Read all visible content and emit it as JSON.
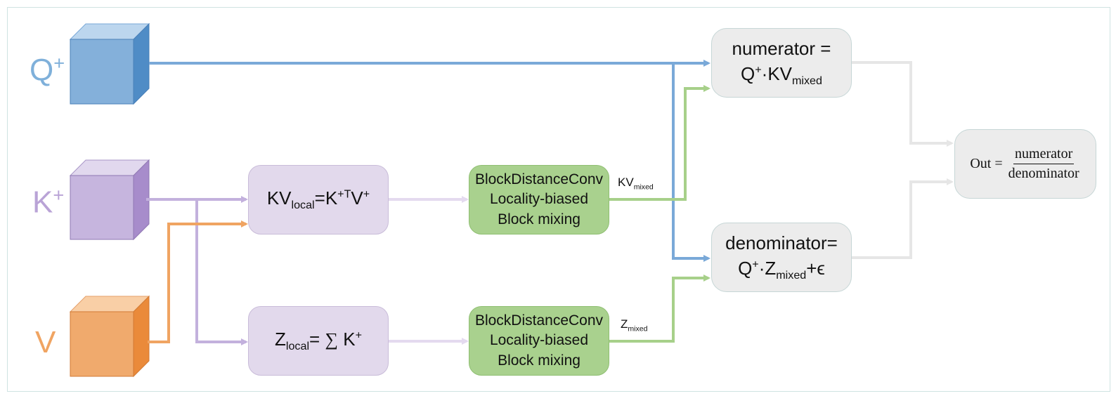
{
  "inputs": {
    "q": {
      "main": "Q",
      "sup": "+",
      "color": "#7fb0da"
    },
    "k": {
      "main": "K",
      "sup": "+",
      "color": "#b9a3d6"
    },
    "v": {
      "main": "V",
      "color": "#f0a462"
    }
  },
  "kv_local": {
    "main": "KV",
    "sub": "local",
    "eq": "=K",
    "sup1": "+T",
    "v": "V",
    "sup2": "+"
  },
  "z_local": {
    "main": "Z",
    "sub": "local",
    "eq": "= ",
    "sum": "∑",
    "k": " K",
    "sup": "+"
  },
  "conv_top": {
    "line1": "BlockDistanceConv",
    "line2": "Locality-biased",
    "line3": "Block mixing"
  },
  "conv_bottom": {
    "line1": "BlockDistanceConv",
    "line2": "Locality-biased",
    "line3": "Block mixing"
  },
  "kv_mixed_label": {
    "main": "KV",
    "sub": "mixed"
  },
  "z_mixed_label": {
    "main": "Z",
    "sub": "mixed"
  },
  "numerator": {
    "line1": "numerator =",
    "q": "Q",
    "sup": "+",
    "dot": "·KV",
    "sub": "mixed"
  },
  "denominator": {
    "line1": "denominator=",
    "q": "Q",
    "sup": "+",
    "dot": "·Z",
    "sub": "mixed",
    "tail": "+ϵ"
  },
  "out": {
    "lhs": "Out =",
    "num": "numerator",
    "den": "denominator"
  },
  "colors": {
    "q_wire": "#7aa9d8",
    "k_wire": "#c3b1dd",
    "v_wire": "#f0a462",
    "green_wire": "#a7d08a",
    "light_purple_wire": "#e4daef",
    "gray_wire": "#e8e8e8"
  }
}
